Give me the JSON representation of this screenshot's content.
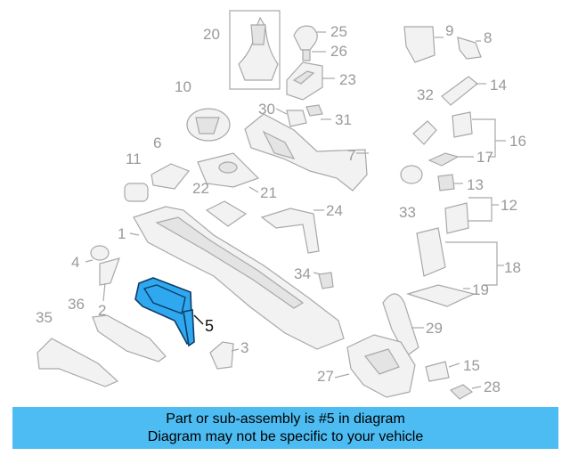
{
  "callouts": {
    "c1": "1",
    "c2": "2",
    "c3": "3",
    "c4": "4",
    "c5": "5",
    "c6": "6",
    "c7": "7",
    "c8": "8",
    "c9": "9",
    "c10": "10",
    "c11": "11",
    "c12": "12",
    "c13": "13",
    "c14": "14",
    "c15": "15",
    "c16": "16",
    "c17": "17",
    "c18": "18",
    "c19": "19",
    "c20": "20",
    "c21": "21",
    "c22": "22",
    "c23": "23",
    "c24": "24",
    "c25": "25",
    "c26": "26",
    "c27": "27",
    "c28": "28",
    "c29": "29",
    "c30": "30",
    "c31": "31",
    "c32": "32",
    "c33": "33",
    "c34": "34",
    "c35": "35",
    "c36": "36"
  },
  "highlight": {
    "part_number": "5",
    "color": "#2fa8ef"
  },
  "banner": {
    "line1": "Part or sub-assembly is #5 in diagram",
    "line2": "Diagram may not be specific to your vehicle",
    "color": "#4dbcf3"
  }
}
